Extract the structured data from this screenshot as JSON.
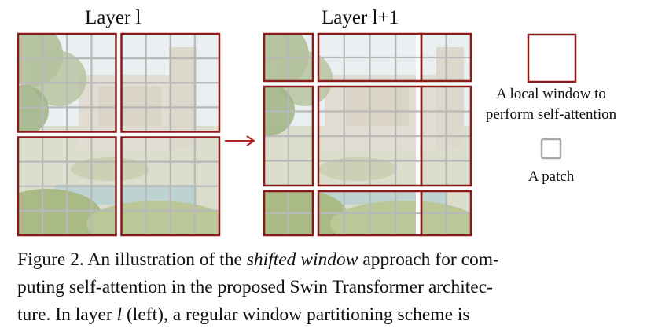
{
  "figure": {
    "left_title": "Layer l",
    "right_title": "Layer l+1",
    "legend_window_label_line1": "A local window to",
    "legend_window_label_line2": "perform self-attention",
    "legend_patch_label": "A patch",
    "colors": {
      "window_border": "#8b1a1a",
      "patch_grid": "#b8b8b8",
      "arrow": "#b22222",
      "sky": "#dfe8ec",
      "foliage": "#7d9a5a",
      "building": "#d7d0c2"
    },
    "left_grid": {
      "windows_per_side": 2,
      "patches_per_window": 4
    },
    "right_grid": {
      "window_columns": 3,
      "window_rows": 3,
      "shift_patches": 2
    }
  },
  "caption": {
    "line1_pre": "Figure 2. An illustration of the ",
    "line1_em": "shifted window",
    "line1_post": " approach for com-",
    "line2": "puting self-attention in the proposed Swin Transformer architec-",
    "line3_pre": "ture.  In layer ",
    "line3_em": "l",
    "line3_post": " (left), a regular window partitioning scheme is"
  }
}
